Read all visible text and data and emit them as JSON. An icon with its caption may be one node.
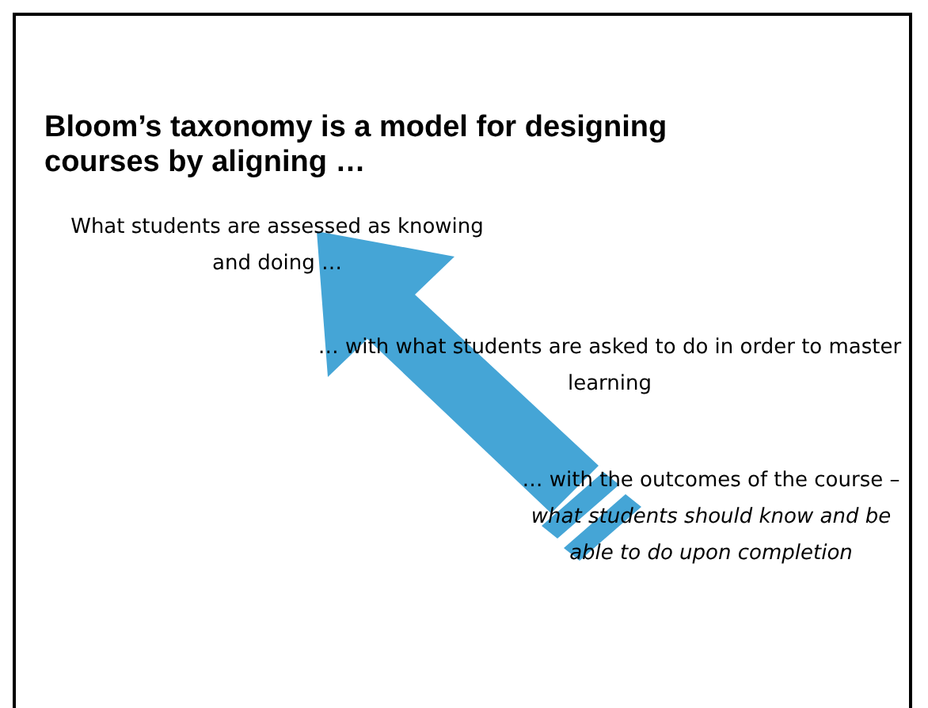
{
  "diagram": {
    "title": "Bloom’s taxonomy is a model for designing courses by aligning …",
    "labels": [
      "What students are assessed as knowing and doing  …",
      "… with what students are asked to do in order to master learning",
      "… with the outcomes of the course – *what students should know and be able to do upon completion*"
    ]
  }
}
